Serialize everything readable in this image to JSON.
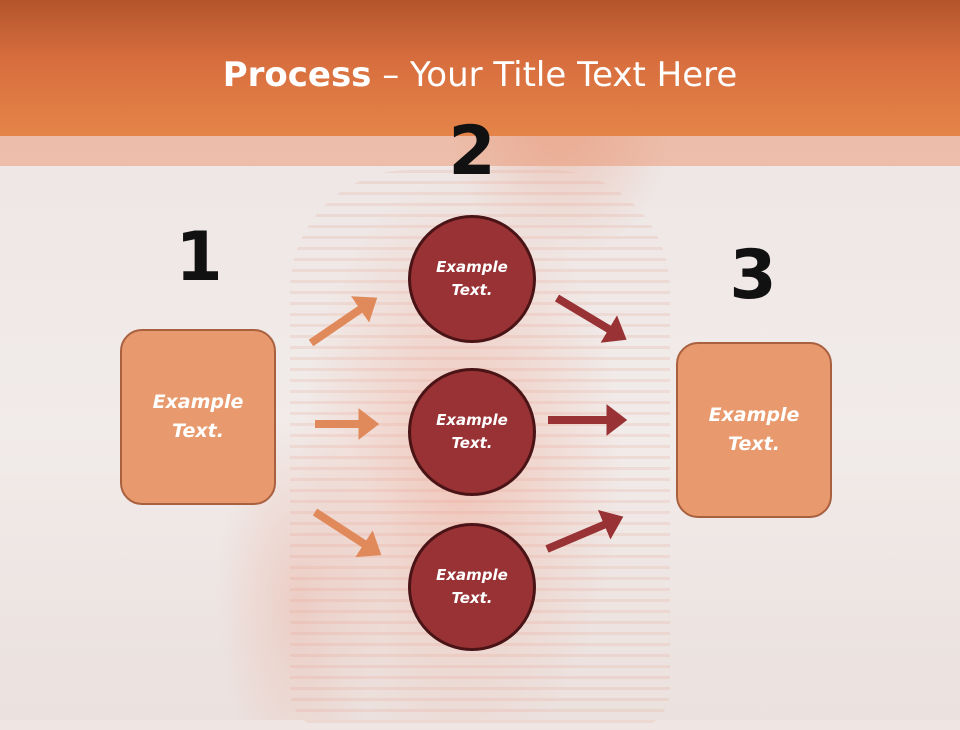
{
  "slide": {
    "title_bold": "Process",
    "title_rest": " – Your Title Text Here"
  },
  "steps": {
    "step1": {
      "number": "1",
      "box_text": "Example Text."
    },
    "step2": {
      "number": "2",
      "circles": [
        "Example Text.",
        "Example Text.",
        "Example Text."
      ]
    },
    "step3": {
      "number": "3",
      "box_text": "Example Text."
    }
  },
  "colors": {
    "header": "#d86e3e",
    "box_fill": "#e89a6e",
    "circle_fill": "#983235",
    "arrow_left": "#e08a5c",
    "arrow_right": "#983235"
  }
}
